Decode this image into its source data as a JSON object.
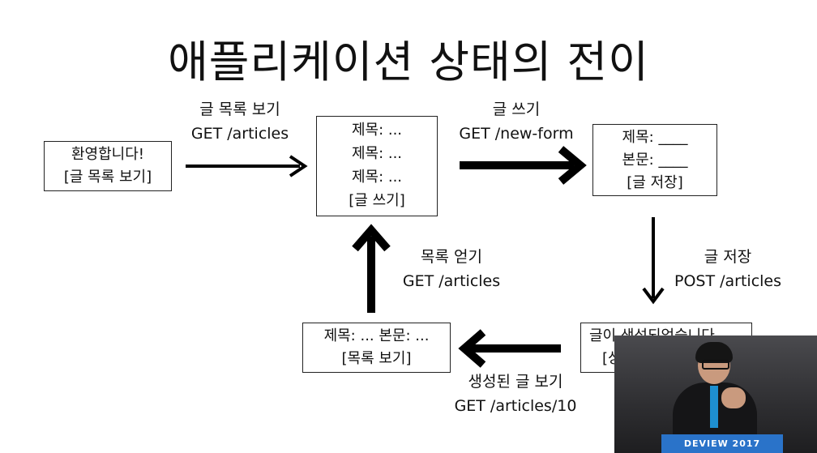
{
  "title": "애플리케이션 상태의 전이",
  "boxes": {
    "welcome": {
      "line1": "환영합니다!",
      "line2": "[글 목록 보기]"
    },
    "list": {
      "line1": "제목: ...",
      "line2": "제목: ...",
      "line3": "제목: ...",
      "line4": "[글 쓰기]"
    },
    "form": {
      "line1": "제목: ____",
      "line2": "본문: ____",
      "line3": "[글 저장]"
    },
    "article": {
      "line1": "제목: ... 본문: ...",
      "line2": "[목록 보기]"
    },
    "created": {
      "line1": "글이 생성되었습니다",
      "line2": "[상"
    }
  },
  "transitions": {
    "view_list": {
      "action": "글 목록 보기",
      "request": "GET /articles"
    },
    "write": {
      "action": "글 쓰기",
      "request": "GET /new-form"
    },
    "save": {
      "action": "글 저장",
      "request": "POST /articles"
    },
    "view_created": {
      "action": "생성된 글 보기",
      "request": "GET /articles/10"
    },
    "get_list": {
      "action": "목록 얻기",
      "request": "GET /articles"
    }
  },
  "video": {
    "banner": "DEVIEW 2017"
  }
}
